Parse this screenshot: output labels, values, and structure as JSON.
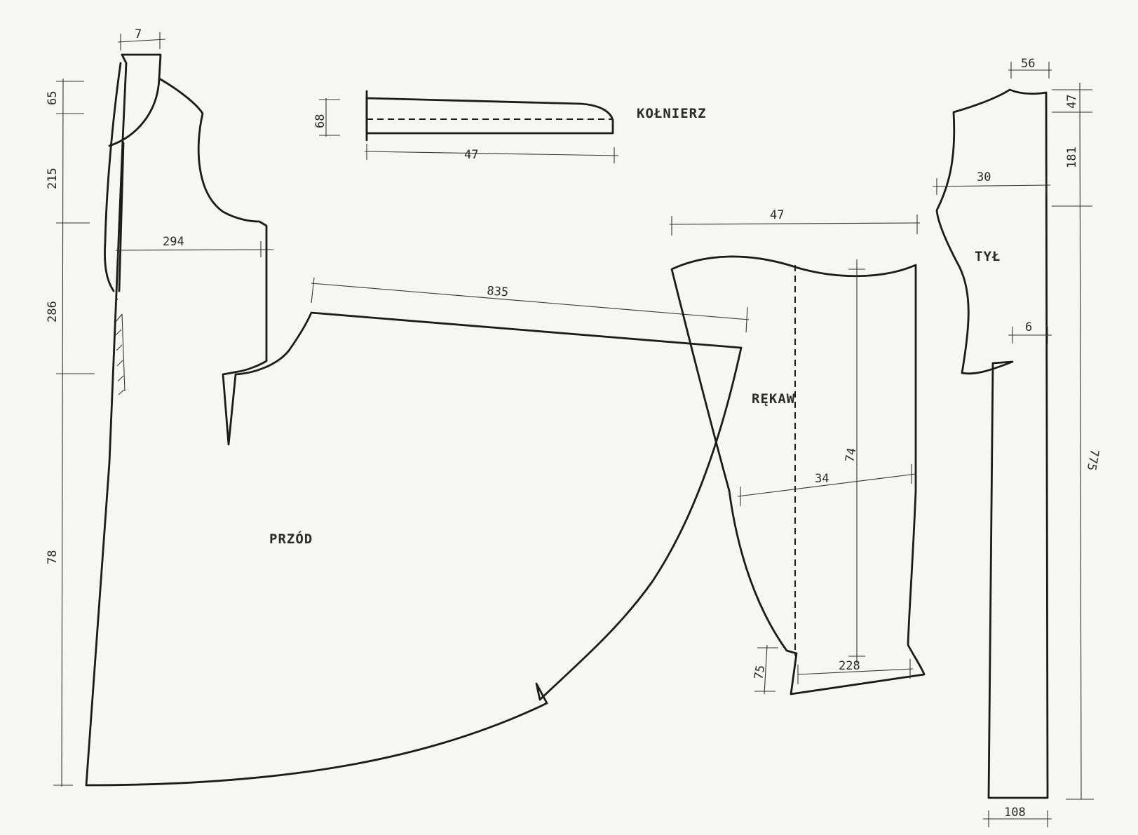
{
  "pieces": {
    "front": "PRZÓD",
    "sleeve": "RĘKAW",
    "back": "TYŁ",
    "collar": "KOŁNIERZ"
  },
  "dimensions": {
    "front_shoulder": "7",
    "front_a": "65",
    "front_b": "215",
    "front_c": "286",
    "front_d": "78",
    "front_chest": "294",
    "front_hem_diag": "835",
    "collar_height": "68",
    "collar_length": "47",
    "sleeve_top": "47",
    "sleeve_length": "74",
    "sleeve_width": "34",
    "sleeve_cuff": "228",
    "sleeve_slit": "75",
    "back_neck": "56",
    "back_a": "47",
    "back_b": "181",
    "back_width": "30",
    "back_center": "6",
    "back_length": "775",
    "back_bottom": "108"
  },
  "colors": {
    "paper": "#f6f6f4",
    "ink": "#1b1b1b"
  }
}
